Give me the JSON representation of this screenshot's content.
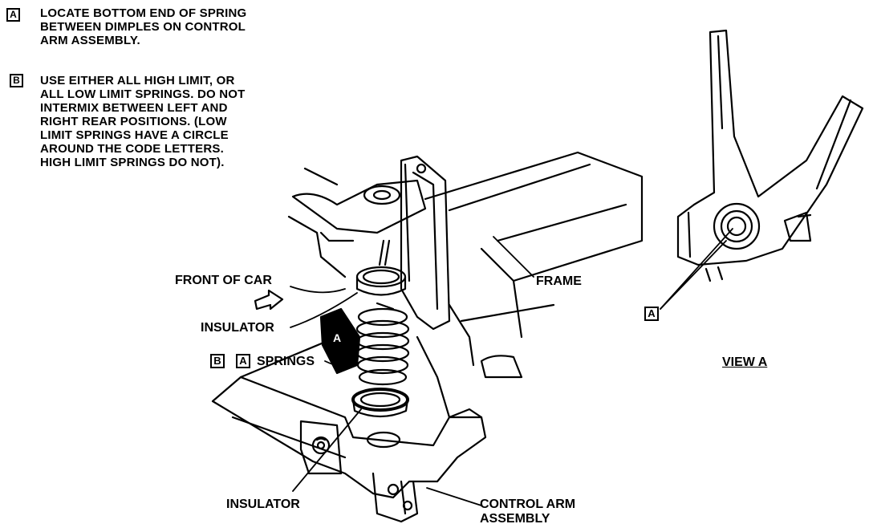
{
  "notes": [
    {
      "key": "A",
      "text": "LOCATE BOTTOM END OF SPRING\nBETWEEN DIMPLES ON CONTROL\nARM ASSEMBLY."
    },
    {
      "key": "B",
      "text": "USE EITHER ALL HIGH LIMIT, OR\nALL LOW LIMIT SPRINGS. DO NOT\nINTERMIX BETWEEN LEFT AND\nRIGHT REAR POSITIONS. (LOW\nLIMIT SPRINGS HAVE A CIRCLE\nAROUND THE CODE LETTERS.\nHIGH LIMIT SPRINGS DO NOT)."
    }
  ],
  "labels": {
    "front_of_car": "FRONT OF CAR",
    "insulator_upper": "INSULATOR",
    "springs": "SPRINGS",
    "springs_keys": [
      "B",
      "A"
    ],
    "insulator_lower": "INSULATOR",
    "frame": "FRAME",
    "control_arm": "CONTROL ARM\nASSEMBLY",
    "view_key": "A",
    "view_title": "VIEW A",
    "direction_arrow_key": "A"
  }
}
